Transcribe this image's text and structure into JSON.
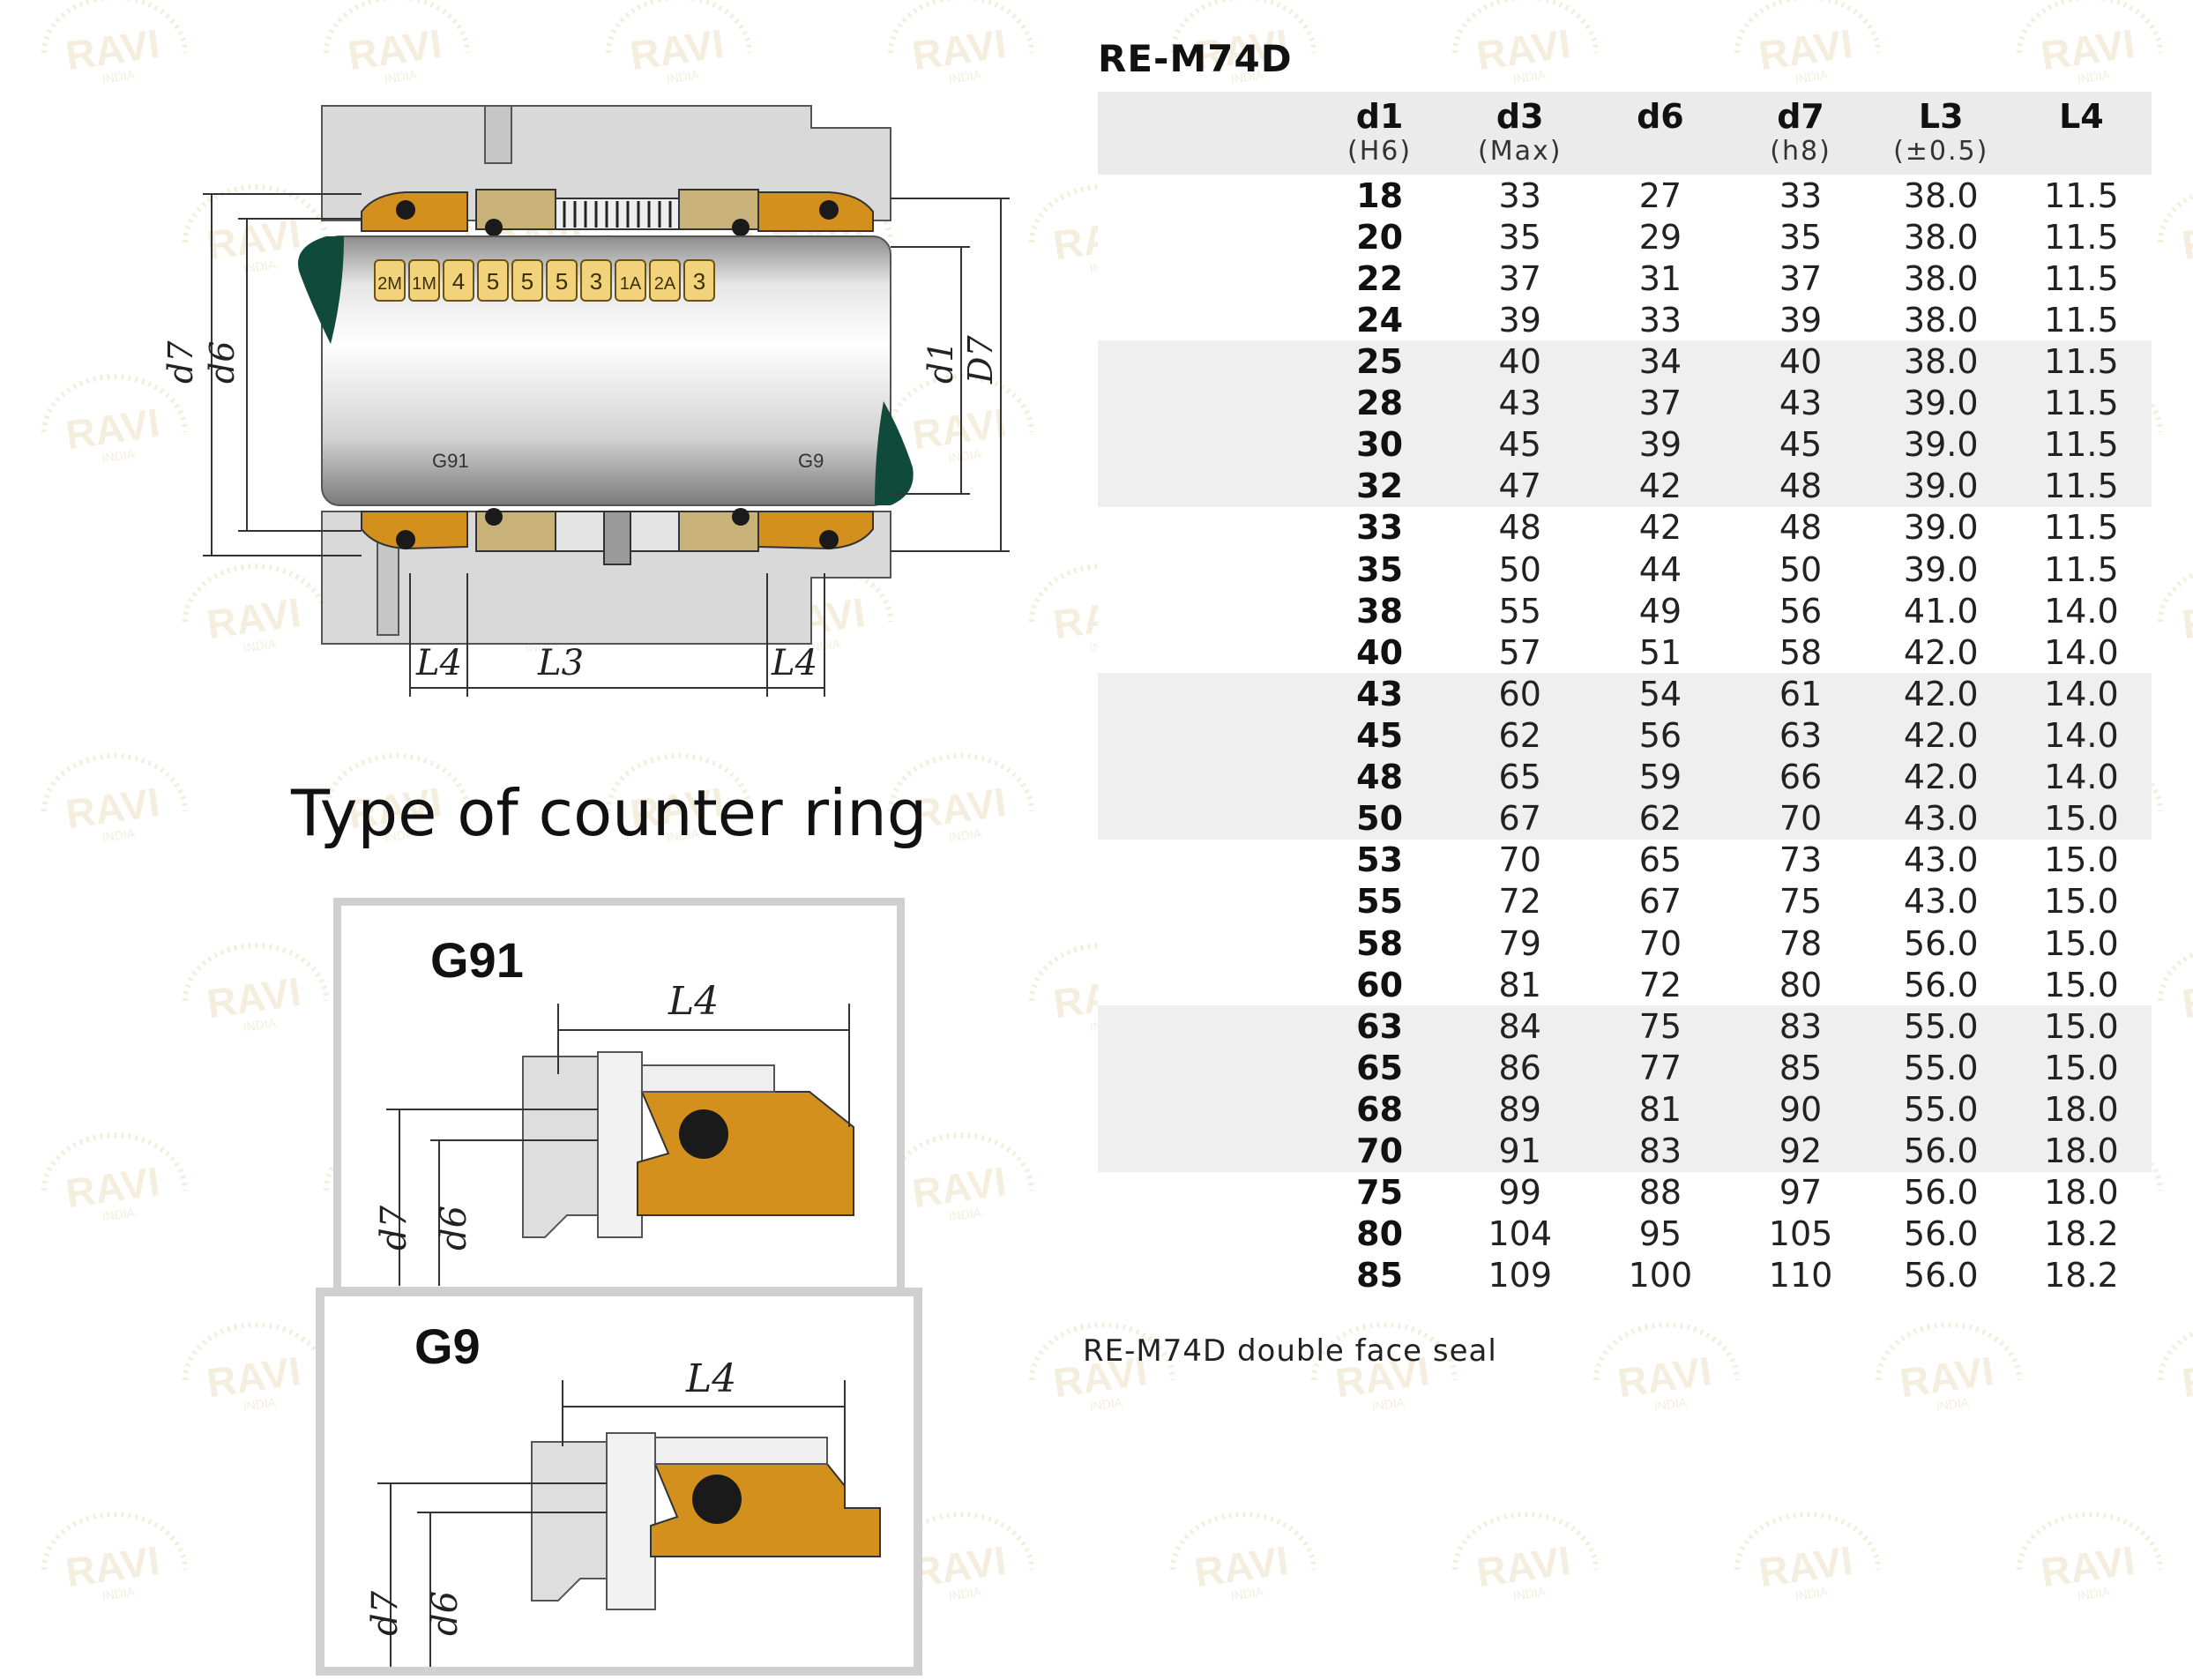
{
  "title": "RE-M74D",
  "caption": "RE-M74D double face seal",
  "counter_ring_title": "Type of counter ring",
  "watermark_text": "RAVI",
  "watermark_subtext": "INDIA",
  "drawing": {
    "ring_labels": [
      "2M",
      "1M",
      "4",
      "5",
      "5",
      "5",
      "3",
      "1A",
      "2A",
      "3"
    ],
    "seat_left": "G91",
    "seat_right": "G9",
    "dim_d7": "d7",
    "dim_d6": "d6",
    "dim_d1": "d1",
    "dim_D7": "D7",
    "dim_L4_left": "L4",
    "dim_L3": "L3",
    "dim_L4_right": "L4"
  },
  "g91": {
    "label": "G91",
    "dim_L4": "L4",
    "dim_d7": "d7",
    "dim_d6": "d6"
  },
  "g9": {
    "label": "G9",
    "dim_L4": "L4",
    "dim_d7": "d7",
    "dim_d6": "d6"
  },
  "table": {
    "headers": [
      "d1",
      "d3",
      "d6",
      "d7",
      "L3",
      "L4"
    ],
    "subheaders": [
      "(H6)",
      "(Max)",
      "",
      "(h8)",
      "(±0.5)",
      ""
    ],
    "groups": [
      [
        [
          "18",
          "33",
          "27",
          "33",
          "38.0",
          "11.5"
        ],
        [
          "20",
          "35",
          "29",
          "35",
          "38.0",
          "11.5"
        ],
        [
          "22",
          "37",
          "31",
          "37",
          "38.0",
          "11.5"
        ],
        [
          "24",
          "39",
          "33",
          "39",
          "38.0",
          "11.5"
        ]
      ],
      [
        [
          "25",
          "40",
          "34",
          "40",
          "38.0",
          "11.5"
        ],
        [
          "28",
          "43",
          "37",
          "43",
          "39.0",
          "11.5"
        ],
        [
          "30",
          "45",
          "39",
          "45",
          "39.0",
          "11.5"
        ],
        [
          "32",
          "47",
          "42",
          "48",
          "39.0",
          "11.5"
        ]
      ],
      [
        [
          "33",
          "48",
          "42",
          "48",
          "39.0",
          "11.5"
        ],
        [
          "35",
          "50",
          "44",
          "50",
          "39.0",
          "11.5"
        ],
        [
          "38",
          "55",
          "49",
          "56",
          "41.0",
          "14.0"
        ],
        [
          "40",
          "57",
          "51",
          "58",
          "42.0",
          "14.0"
        ]
      ],
      [
        [
          "43",
          "60",
          "54",
          "61",
          "42.0",
          "14.0"
        ],
        [
          "45",
          "62",
          "56",
          "63",
          "42.0",
          "14.0"
        ],
        [
          "48",
          "65",
          "59",
          "66",
          "42.0",
          "14.0"
        ],
        [
          "50",
          "67",
          "62",
          "70",
          "43.0",
          "15.0"
        ]
      ],
      [
        [
          "53",
          "70",
          "65",
          "73",
          "43.0",
          "15.0"
        ],
        [
          "55",
          "72",
          "67",
          "75",
          "43.0",
          "15.0"
        ],
        [
          "58",
          "79",
          "70",
          "78",
          "56.0",
          "15.0"
        ],
        [
          "60",
          "81",
          "72",
          "80",
          "56.0",
          "15.0"
        ]
      ],
      [
        [
          "63",
          "84",
          "75",
          "83",
          "55.0",
          "15.0"
        ],
        [
          "65",
          "86",
          "77",
          "85",
          "55.0",
          "15.0"
        ],
        [
          "68",
          "89",
          "81",
          "90",
          "55.0",
          "18.0"
        ],
        [
          "70",
          "91",
          "83",
          "92",
          "56.0",
          "18.0"
        ]
      ],
      [
        [
          "75",
          "99",
          "88",
          "97",
          "56.0",
          "18.0"
        ],
        [
          "80",
          "104",
          "95",
          "105",
          "56.0",
          "18.2"
        ],
        [
          "85",
          "109",
          "100",
          "110",
          "56.0",
          "18.2"
        ]
      ]
    ]
  },
  "colors": {
    "seal_orange": "#d3901c",
    "oring_black": "#1a1a1a",
    "metal_grey": "#d8d8d8",
    "watermark": "#e9d9b4"
  }
}
